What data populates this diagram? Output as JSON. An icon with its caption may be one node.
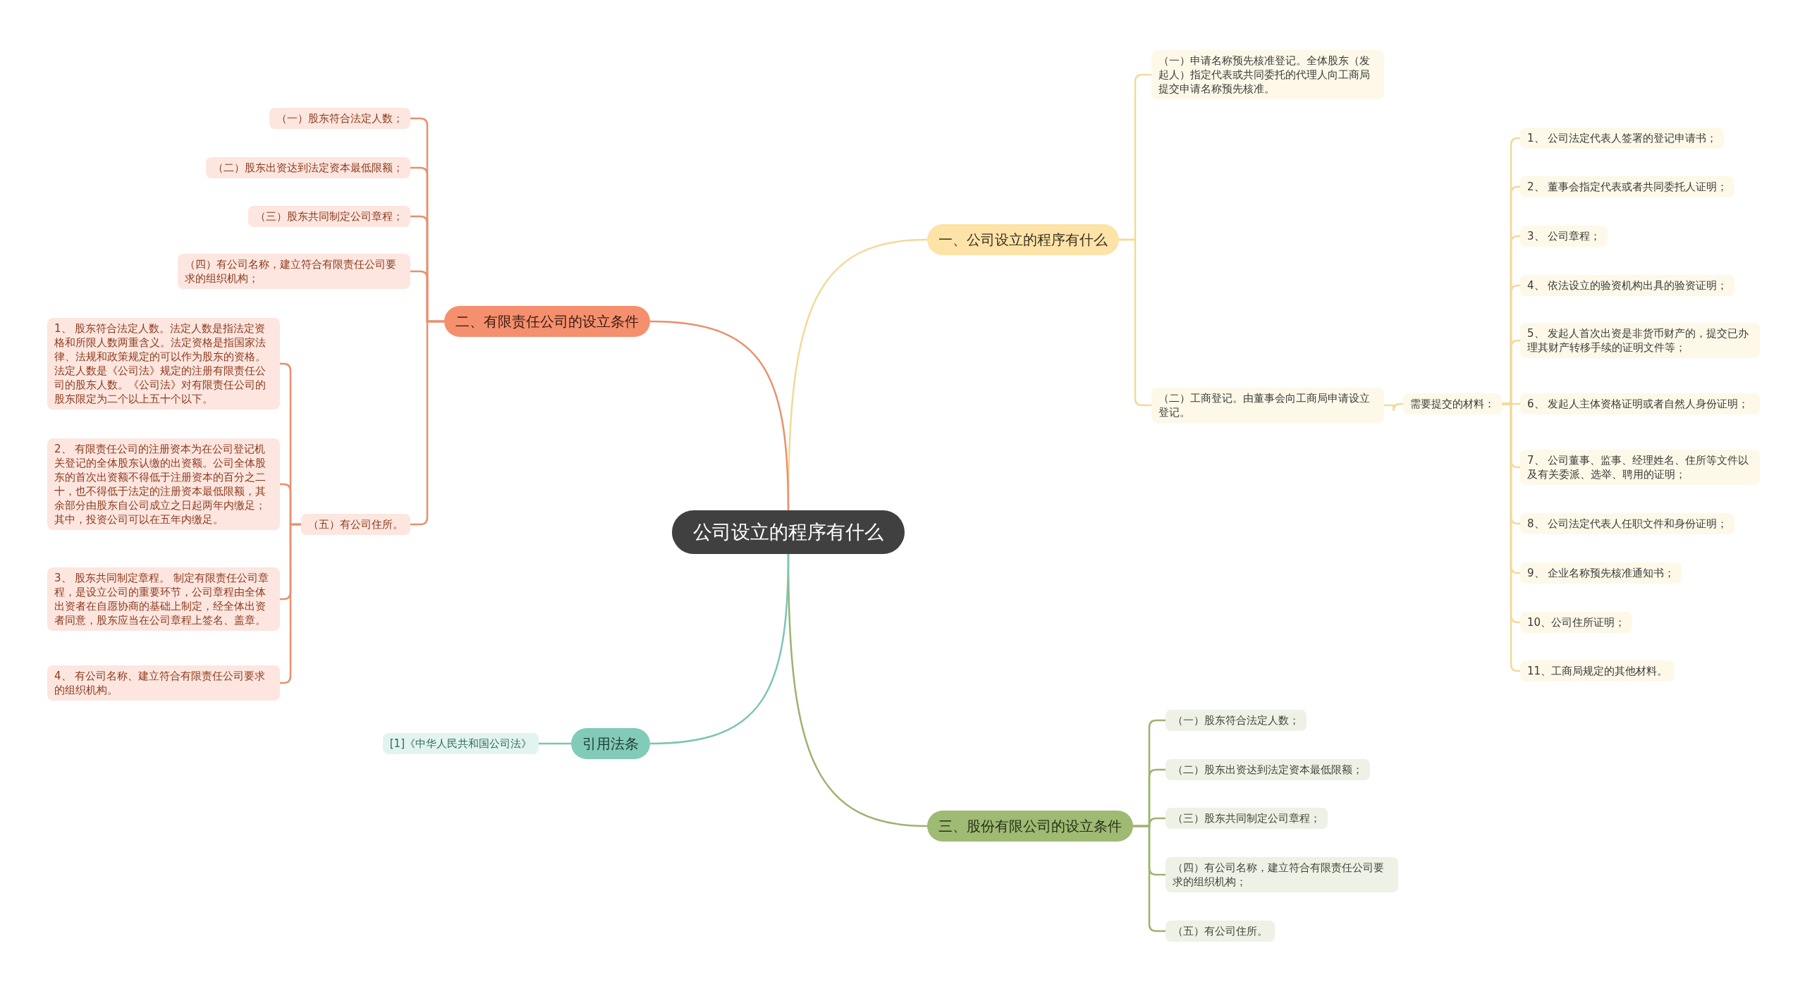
{
  "diagram": {
    "nodes": [
      {
        "text": [
          "公司设立的程序有什么"
        ]
      },
      {
        "text": [
          "一、公司设立的程序有什么"
        ]
      },
      {
        "text": [
          "（一）申请名称预先核准登记。全体股东（发起人）指定代表或共同委托的代理人向工商局提交申请名称预先核准。"
        ]
      },
      {
        "text": [
          "（二）工商登记。由董事会向工商局申请设立登记。"
        ]
      },
      {
        "text": [
          "需要提交的材料："
        ]
      },
      {
        "text": [
          "1、 公司法定代表人签署的登记申请书；"
        ]
      },
      {
        "text": [
          "2、 董事会指定代表或者共同委托人证明；"
        ]
      },
      {
        "text": [
          "3、 公司章程；"
        ]
      },
      {
        "text": [
          "4、 依法设立的验资机构出具的验资证明；"
        ]
      },
      {
        "text": [
          "5、 发起人首次出资是非货币财产的，提交已办理其财产转移手续的证明文件等；"
        ]
      },
      {
        "text": [
          "6、 发起人主体资格证明或者自然人身份证明；"
        ]
      },
      {
        "text": [
          "7、 公司董事、监事、经理姓名、住所等文件以及有关委派、选举、聘用的证明；"
        ]
      },
      {
        "text": [
          "8、 公司法定代表人任职文件和身份证明；"
        ]
      },
      {
        "text": [
          "9、 企业名称预先核准通知书；"
        ]
      },
      {
        "text": [
          "10、公司住所证明；"
        ]
      },
      {
        "text": [
          "11、工商局规定的其他材料。"
        ]
      },
      {
        "text": [
          "二、有限责任公司的设立条件"
        ]
      },
      {
        "text": [
          "（一）股东符合法定人数；"
        ]
      },
      {
        "text": [
          "（二）股东出资达到法定资本最低限额；"
        ]
      },
      {
        "text": [
          "（三）股东共同制定公司章程；"
        ]
      },
      {
        "text": [
          "（四）有公司名称，建立符合有限责任公司要求的组织机构；"
        ]
      },
      {
        "text": [
          "（五）有公司住所。"
        ]
      },
      {
        "text": [
          "1、 股东符合法定人数。法定人数是指法定资格和所限人数两重含义。法定资格是指国家法律、法规和政策规定的可以作为股东的资格。法定人数是《公司法》规定的注册有限责任公司的股东人数。《公司法》对有限责任公司的股东限定为二个以上五十个以下。"
        ]
      },
      {
        "text": [
          "2、 有限责任公司的注册资本为在公司登记机关登记的全体股东认缴的出资额。公司全体股东的首次出资额不得低于注册资本的百分之二十，也不得低于法定的注册资本最低限额，其余部分由股东自公司成立之日起两年内缴足；其中，投资公司可以在五年内缴足。"
        ]
      },
      {
        "text": [
          "3、 股东共同制定章程。 制定有限责任公司章程，是设立公司的重要环节，公司章程由全体出资者在自愿协商的基础上制定，经全体出资者同意，股东应当在公司章程上签名、盖章。"
        ]
      },
      {
        "text": [
          "4、 有公司名称、建立符合有限责任公司要求的组织机构。"
        ]
      },
      {
        "text": [
          "三、股份有限公司的设立条件"
        ]
      },
      {
        "text": [
          "（一）股东符合法定人数；"
        ]
      },
      {
        "text": [
          "（二）股东出资达到法定资本最低限额；"
        ]
      },
      {
        "text": [
          "（三）股东共同制定公司章程；"
        ]
      },
      {
        "text": [
          "（四）有公司名称，建立符合有限责任公司要求的组织机构；"
        ]
      },
      {
        "text": [
          "（五）有公司住所。"
        ]
      },
      {
        "text": [
          "引用法条"
        ]
      },
      {
        "text": [
          "[1]《中华人民共和国公司法》"
        ]
      }
    ],
    "edges": [
      {
        "from": 0,
        "to": 1,
        "arrow": "none"
      },
      {
        "from": 1,
        "to": 2,
        "arrow": "none"
      },
      {
        "from": 1,
        "to": 3,
        "arrow": "none"
      },
      {
        "from": 3,
        "to": 4,
        "arrow": "none"
      },
      {
        "from": 4,
        "to": 5,
        "arrow": "none"
      },
      {
        "from": 4,
        "to": 6,
        "arrow": "none"
      },
      {
        "from": 4,
        "to": 7,
        "arrow": "none"
      },
      {
        "from": 4,
        "to": 8,
        "arrow": "none"
      },
      {
        "from": 4,
        "to": 9,
        "arrow": "none"
      },
      {
        "from": 4,
        "to": 10,
        "arrow": "none"
      },
      {
        "from": 4,
        "to": 11,
        "arrow": "none"
      },
      {
        "from": 4,
        "to": 12,
        "arrow": "none"
      },
      {
        "from": 4,
        "to": 13,
        "arrow": "none"
      },
      {
        "from": 4,
        "to": 14,
        "arrow": "none"
      },
      {
        "from": 4,
        "to": 15,
        "arrow": "none"
      },
      {
        "from": 0,
        "to": 16,
        "arrow": "none",
        "color": "#e8906c"
      },
      {
        "from": 16,
        "to": 17,
        "arrow": "none",
        "color": "#e8906c"
      },
      {
        "from": 16,
        "to": 18,
        "arrow": "none",
        "color": "#e8906c"
      },
      {
        "from": 16,
        "to": 19,
        "arrow": "none",
        "color": "#e8906c"
      },
      {
        "from": 16,
        "to": 20,
        "arrow": "none",
        "color": "#e8906c"
      },
      {
        "from": 16,
        "to": 21,
        "arrow": "none",
        "color": "#e8906c"
      },
      {
        "from": 21,
        "to": 22,
        "arrow": "none",
        "color": "#e8906c"
      },
      {
        "from": 21,
        "to": 23,
        "arrow": "none",
        "color": "#e8906c"
      },
      {
        "from": 21,
        "to": 24,
        "arrow": "none",
        "color": "#e8906c"
      },
      {
        "from": 21,
        "to": 25,
        "arrow": "none",
        "color": "#e8906c"
      },
      {
        "from": 0,
        "to": 26,
        "arrow": "none",
        "color": "#9cb36e"
      },
      {
        "from": 26,
        "to": 27,
        "arrow": "none",
        "color": "#9cb36e"
      },
      {
        "from": 26,
        "to": 28,
        "arrow": "none",
        "color": "#9cb36e"
      },
      {
        "from": 26,
        "to": 29,
        "arrow": "none",
        "color": "#9cb36e"
      },
      {
        "from": 26,
        "to": 30,
        "arrow": "none",
        "color": "#9cb36e"
      },
      {
        "from": 26,
        "to": 31,
        "arrow": "none",
        "color": "#9cb36e"
      },
      {
        "from": 0,
        "to": 32,
        "arrow": "none",
        "color": "#7cc4b4"
      },
      {
        "from": 32,
        "to": 33,
        "arrow": "none",
        "color": "#7cc4b4"
      }
    ]
  }
}
